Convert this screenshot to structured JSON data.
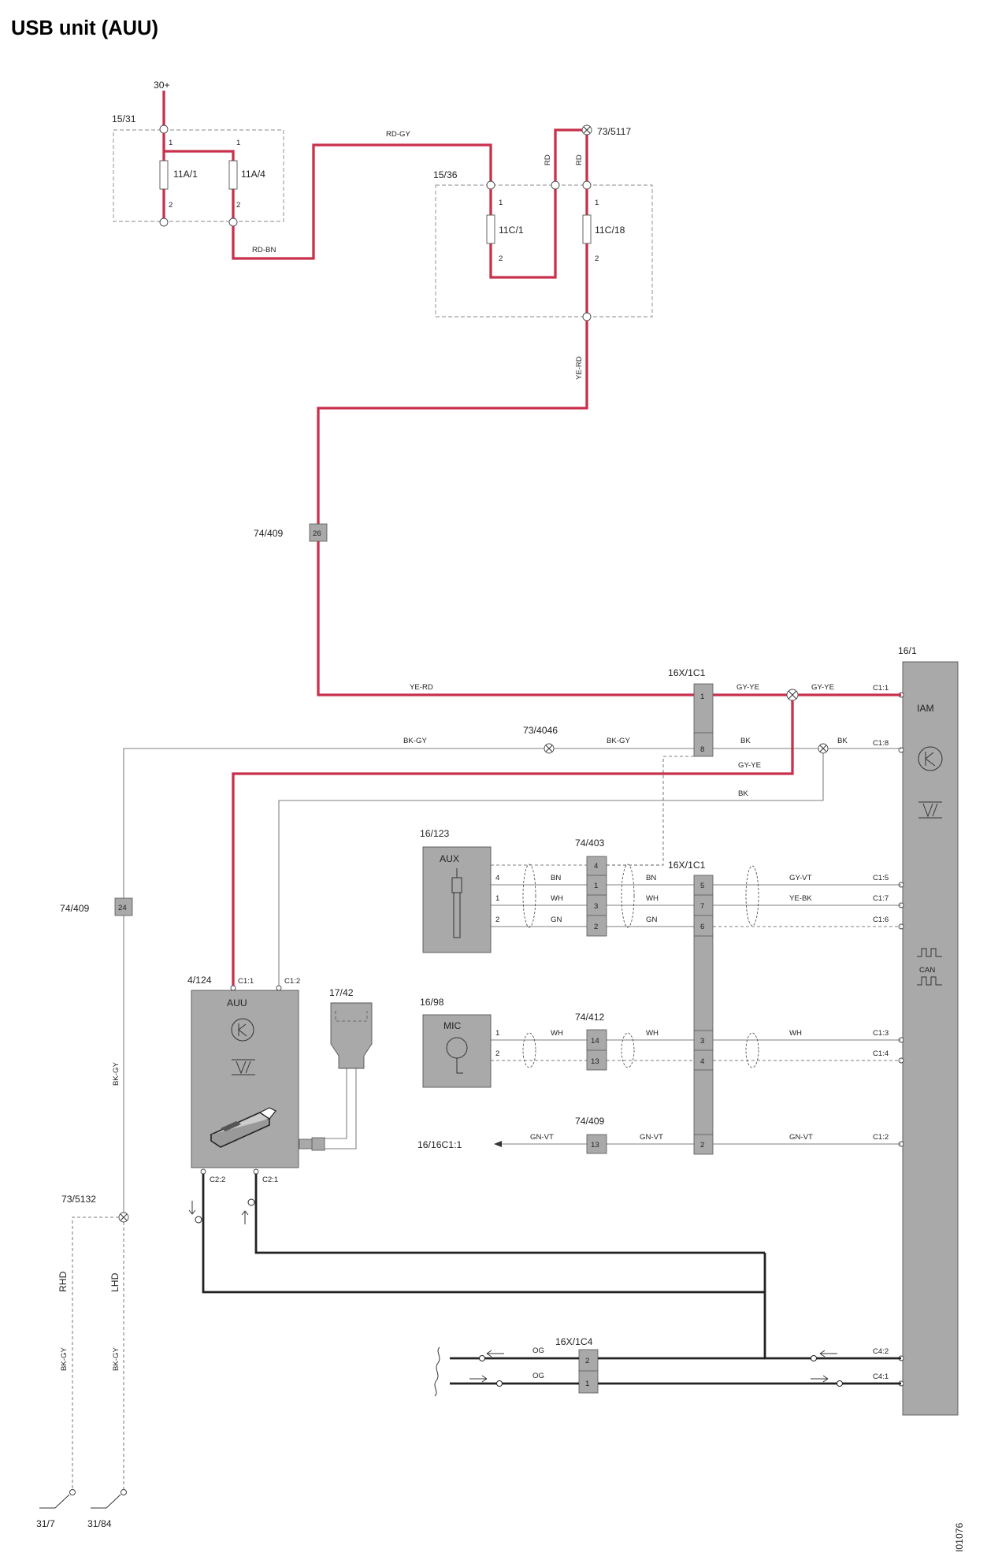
{
  "title": "USB unit (AUU)",
  "figure_id": "I01076",
  "power": "30+",
  "fuse_boxes": {
    "left": {
      "id": "15/31",
      "fuses": [
        "11A/1",
        "11A/4"
      ]
    },
    "right": {
      "id": "15/36",
      "fuses": [
        "11C/1",
        "11C/18"
      ]
    }
  },
  "fuse_pins": {
    "p1": "1",
    "p2": "2"
  },
  "splices": {
    "s5117": "73/5117",
    "s4046": "73/4046",
    "s5132": "73/5132"
  },
  "wires": {
    "rd_gy": "RD-GY",
    "rd_bn": "RD-BN",
    "rd": "RD",
    "ye_rd": "YE-RD",
    "gy_ye": "GY-YE",
    "bk_gy": "BK-GY",
    "bk": "BK",
    "bn": "BN",
    "wh": "WH",
    "gn": "GN",
    "gy_vt": "GY-VT",
    "ye_bk": "YE-BK",
    "gn_vt": "GN-VT",
    "og": "OG"
  },
  "connectors": {
    "c409": "74/409",
    "c403": "74/403",
    "c412": "74/412",
    "x1c1": "16X/1C1",
    "x1c4": "16X/1C4",
    "ext_16c1": "16/16C1:1"
  },
  "pins": {
    "p26": "26",
    "p24": "24",
    "p1": "1",
    "p8": "8",
    "p4": "4",
    "p3": "3",
    "p2": "2",
    "p5": "5",
    "p7": "7",
    "p6": "6",
    "p14": "14",
    "p13": "13"
  },
  "iam": {
    "id": "16/1",
    "name": "IAM",
    "can": "CAN",
    "pins": [
      "C1:1",
      "C1:8",
      "C1:5",
      "C1:7",
      "C1:6",
      "C1:3",
      "C1:4",
      "C1:2",
      "C4:2",
      "C4:1"
    ]
  },
  "auu": {
    "id": "4/124",
    "name": "AUU",
    "pins": [
      "C1:1",
      "C1:2",
      "C2:2",
      "C2:1"
    ]
  },
  "aux": {
    "id": "16/123",
    "name": "AUX"
  },
  "mic": {
    "id": "16/98",
    "name": "MIC"
  },
  "antenna": {
    "id": "17/42"
  },
  "grounds": [
    "31/7",
    "31/84"
  ],
  "variants": {
    "rhd": "RHD",
    "lhd": "LHD"
  }
}
